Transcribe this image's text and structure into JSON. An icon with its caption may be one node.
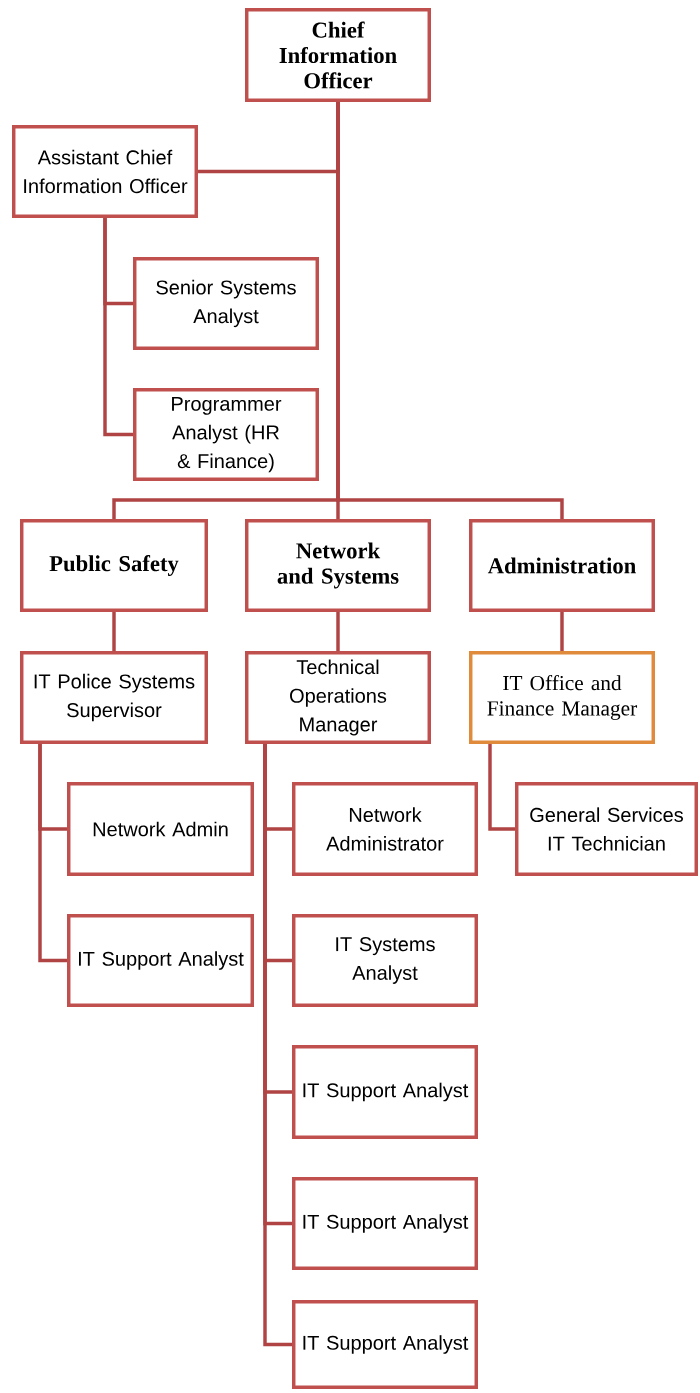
{
  "diagram": {
    "nodes": [
      {
        "text": [
          "Chief Information Officer"
        ]
      },
      {
        "text": [
          "Assistant Chief Information Officer"
        ]
      },
      {
        "text": [
          "Senior Systems Analyst"
        ]
      },
      {
        "text": [
          "Programmer Analyst (HR & Finance)"
        ]
      },
      {
        "text": [
          "Public Safety"
        ]
      },
      {
        "text": [
          "Network and Systems"
        ]
      },
      {
        "text": [
          "Administration"
        ]
      },
      {
        "text": [
          "IT Police Systems Supervisor"
        ]
      },
      {
        "text": [
          "Technical Operations Manager"
        ]
      },
      {
        "text": [
          "IT Office and Finance Manager"
        ]
      },
      {
        "text": [
          "Network Admin"
        ]
      },
      {
        "text": [
          "IT Support Analyst"
        ]
      },
      {
        "text": [
          "Network Administrator"
        ]
      },
      {
        "text": [
          "IT Systems Analyst"
        ]
      },
      {
        "text": [
          "IT Support Analyst"
        ]
      },
      {
        "text": [
          "IT Support Analyst"
        ]
      },
      {
        "text": [
          "IT Support Analyst"
        ]
      },
      {
        "text": [
          "General Services IT Technician"
        ]
      }
    ],
    "edges": [
      {
        "from": 0,
        "to": 1,
        "arrow": "none"
      },
      {
        "from": 1,
        "to": 2,
        "arrow": "none"
      },
      {
        "from": 1,
        "to": 3,
        "arrow": "none"
      },
      {
        "from": 0,
        "to": 4,
        "arrow": "none"
      },
      {
        "from": 0,
        "to": 5,
        "arrow": "none"
      },
      {
        "from": 0,
        "to": 6,
        "arrow": "none"
      },
      {
        "from": 4,
        "to": 7,
        "arrow": "none"
      },
      {
        "from": 5,
        "to": 8,
        "arrow": "none"
      },
      {
        "from": 6,
        "to": 9,
        "arrow": "none"
      },
      {
        "from": 7,
        "to": 10,
        "arrow": "none"
      },
      {
        "from": 7,
        "to": 11,
        "arrow": "none"
      },
      {
        "from": 8,
        "to": 12,
        "arrow": "none"
      },
      {
        "from": 8,
        "to": 13,
        "arrow": "none"
      },
      {
        "from": 8,
        "to": 14,
        "arrow": "none"
      },
      {
        "from": 8,
        "to": 15,
        "arrow": "none"
      },
      {
        "from": 8,
        "to": 16,
        "arrow": "none"
      },
      {
        "from": 9,
        "to": 17,
        "arrow": "none"
      }
    ]
  }
}
